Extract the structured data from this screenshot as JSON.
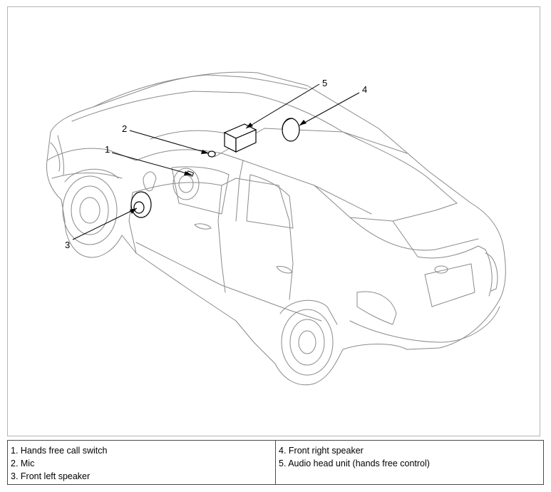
{
  "callouts": [
    "1",
    "2",
    "3",
    "4",
    "5"
  ],
  "legend": {
    "left": [
      "1. Hands free call switch",
      "2. Mic",
      "3. Front left speaker"
    ],
    "right": [
      "4. Front right speaker",
      "5. Audio head unit (hands free control)"
    ]
  },
  "colors": {
    "line": "#7a7a7a",
    "frame": "#b5b5b5",
    "table_border": "#4a4a4a"
  }
}
